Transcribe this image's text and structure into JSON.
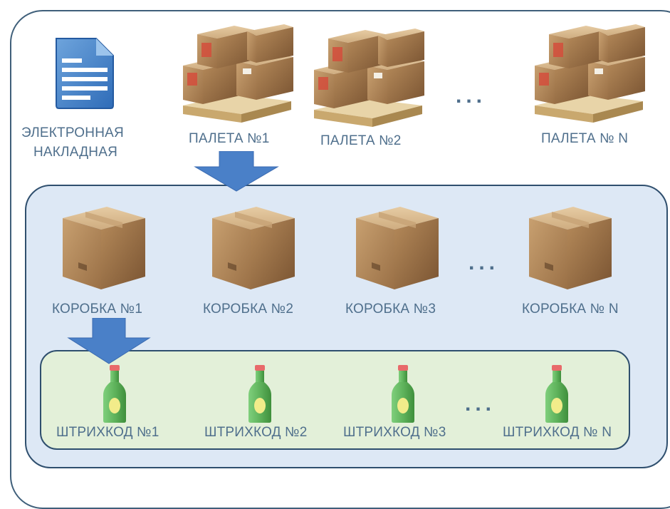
{
  "document": {
    "label_line1": "ЭЛЕКТРОННАЯ",
    "label_line2": "НАКЛАДНАЯ"
  },
  "pallets": [
    {
      "label": "ПАЛЕТА №1"
    },
    {
      "label": "ПАЛЕТА №2"
    },
    {
      "label": "ПАЛЕТА № N"
    }
  ],
  "boxes": [
    {
      "label": "КОРОБКА №1"
    },
    {
      "label": "КОРОБКА №2"
    },
    {
      "label": "КОРОБКА №3"
    },
    {
      "label": "КОРОБКА № N"
    }
  ],
  "barcodes": [
    {
      "label": "ШТРИХКОД №1"
    },
    {
      "label": "ШТРИХКОД №2"
    },
    {
      "label": "ШТРИХКОД №3"
    },
    {
      "label": "ШТРИХКОД № N"
    }
  ],
  "ellipsis": "...",
  "colors": {
    "frame_border": "#2f4f6e",
    "box_panel": "#dde8f5",
    "bottle_panel": "#e3f0d9",
    "arrow": "#4a80c8",
    "label_text": "#4f6f8c"
  },
  "icons": {
    "document": "document-icon",
    "pallet": "pallet-icon",
    "box": "cardboard-box-icon",
    "bottle": "bottle-icon",
    "arrow": "arrow-down-icon"
  }
}
